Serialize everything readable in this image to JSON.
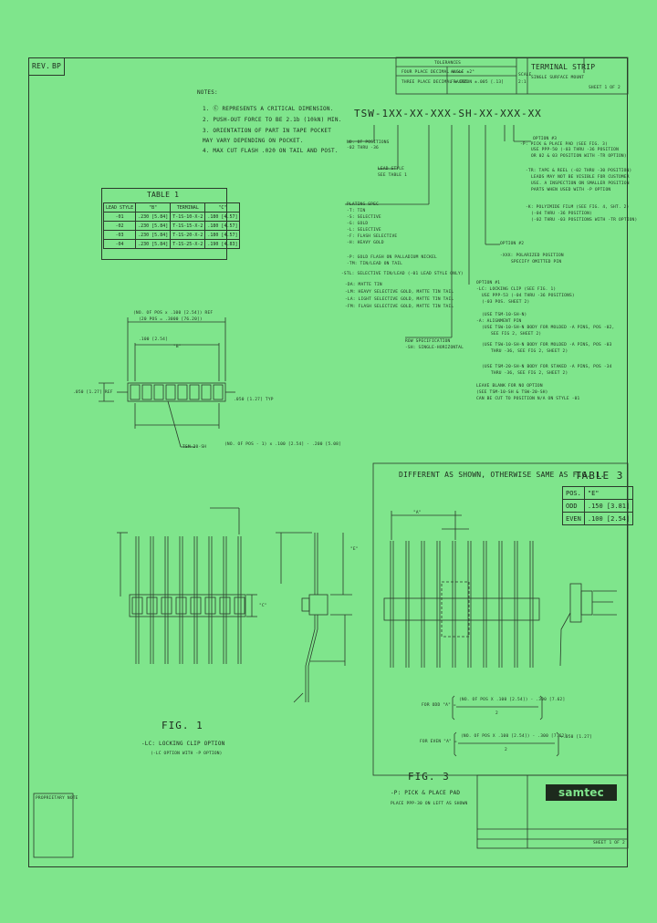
{
  "title_block": {
    "rev_label": "REV.",
    "rev_value": "BP",
    "part_title": "TERMINAL STRIP",
    "part_subtitle": "SINGLE SURFACE MOUNT",
    "sheet": "SHEET 1 OF 2",
    "company": "samtec",
    "bottom_sheet": "SHEET 1 OF 2"
  },
  "notes": {
    "heading": "NOTES:",
    "items": [
      "1. Ⓒ REPRESENTS A CRITICAL DIMENSION.",
      "2. PUSH-OUT FORCE TO BE 2.1b (10kN) MIN.",
      "3. ORIENTATION OF PART IN TAPE POCKET",
      "   MAY VARY DEPENDING ON POCKET.",
      "4. MAX CUT FLASH .020 ON TAIL AND POST."
    ]
  },
  "part_number": "TSW-1XX-XX-XXX-SH-XX-XXX-XX",
  "pn_callouts": [
    "NO. OF POSITIONS",
    "-02 THRU -36",
    "LEAD STYLE",
    "SEE TABLE 1",
    "PLATING SPEC",
    "-T: TIN",
    "-S: SELECTIVE",
    "-G: GOLD",
    "-L: SELECTIVE",
    "-F: FLASH SELECTIVE",
    "-H: HEAVY GOLD",
    "-P: GOLD FLASH ON PALLADIUM NICKEL",
    "-TM: TIN/LEAD ON TAIL",
    "-STL: SELECTIVE TIN/LEAD (-01 LEAD STYLE ONLY)",
    "-DA: MATTE TIN",
    "-LM: HEAVY SELECTIVE GOLD, MATTE TIN TAIL",
    "-LA: LIGHT SELECTIVE GOLD, MATTE TIN TAIL",
    "-FM: FLASH SELECTIVE GOLD, MATTE TIN TAIL",
    "ROW SPECIFICATION",
    "-SH: SINGLE-HORIZONTAL"
  ],
  "options": [
    "OPTION #3",
    "-P: PICK & PLACE PAD (SEE FIG. 3)",
    "USE PPP-50 (-03 THRU -36 POSITION",
    "OR 02 & 03 POSITION WITH -TR OPTION)",
    "-TR: TAPE & REEL (-02 THRU -30 POSITION)",
    "LEADS MAY NOT BE VISIBLE FOR CUSTOMER",
    "USE. A INSPECTION ON SMALLER POSITION",
    "PARTS WHEN USED WITH -P OPTION",
    "-K: POLYIMIDE FILM (SEE FIG. 4, SHT. 2)",
    "(-04 THRU -36 POSITION)",
    "(-02 THRU -03 POSITIONS WITH -TR OPTION)",
    "OPTION #2",
    "-XXX: POLARIZED POSITION",
    "SPECIFY OMITTED PIN",
    "OPTION #1",
    "-LC: LOCKING CLIP (SEE FIG. 1)",
    "USE PPP-53 (-04 THRU -36 POSITIONS)",
    "(-03 POS. SHEET 2)",
    "(USE TSM-10-SH-N)",
    "-A: ALIGNMENT PIN",
    "(USE TSW-10-SH-N BODY FOR MOLDED -A PINS, POS -02,",
    "SEE FIG 2, SHEET 2)",
    "(USE TSW-10-SH-N BODY FOR MOLDED -A PINS, POS -03",
    "THRU -36, SEE FIG 2, SHEET 2)",
    "(USE TSM-20-SH-N BODY FOR STAKED -A PINS, POS -34",
    "THRU -36, SEE FIG 2, SHEET 2)",
    "LEAVE BLANK FOR NO OPTION",
    "(SEE TSM-10-SH & TSW-20-SH)",
    "CAN BE CUT TO POSITION N/A ON STYLE -01"
  ],
  "table1": {
    "title": "TABLE 1",
    "headers": [
      "LEAD STYLE",
      "\"B\"",
      "TERMINAL",
      "\"C\""
    ],
    "rows": [
      [
        "-01",
        ".230 [5.84]",
        "T-1S-10-X-2",
        ".180 [4.57]"
      ],
      [
        "-02",
        ".230 [5.84]",
        "T-1S-15-X-2",
        ".180 [4.57]"
      ],
      [
        "-03",
        ".230 [5.84]",
        "T-1S-20-X-2",
        ".180 [4.57]"
      ],
      [
        "-04",
        ".230 [5.84]",
        "T-1S-25-X-2",
        ".190 [4.83]"
      ]
    ]
  },
  "table3": {
    "title": "TABLE 3",
    "headers": [
      "POS.",
      "\"E\""
    ],
    "rows": [
      [
        "ODD",
        ".150 [3.81]"
      ],
      [
        "EVEN",
        ".100 [2.54]"
      ]
    ]
  },
  "fig1": {
    "title": "FIG. 1",
    "subtitle": "-LC: LOCKING CLIP OPTION",
    "note": "(-LC OPTION WITH -P OPTION)"
  },
  "fig3": {
    "title": "FIG. 3",
    "subtitle": "-P: PICK & PLACE PAD",
    "note": "PLACE PPP-30 ON LEFT AS SHOWN"
  },
  "fig3_header": "DIFFERENT AS SHOWN, OTHERWISE SAME AS FIG. 1.",
  "formulas": {
    "odd_label": "FOR ODD \"A\" =",
    "odd_num": "(NO. OF POS X .100 [2.54]) - .300 [7.62]",
    "odd_den": "2",
    "even_label": "FOR EVEN \"A\" =",
    "even_num": "(NO. OF POS X .100 [2.54]) - .300 [7.62]",
    "even_den": "2",
    "even_tail": "+.050 [1.27]"
  },
  "dims": {
    "top_a": "(NO. OF POS x .100 [2.54]) REF",
    "top_b": "(20 POS = .3000 [76.20])",
    "top_c": ".100 [2.54]",
    "top_d": ".050 [1.27] TYP",
    "side_a": ".050 [1.27] REF",
    "bottom_a": "(NO. OF POS - 1) x .100 [2.54] - .200 [5.08]",
    "c_lbl": "\"C\"",
    "b_lbl": "\"B\"",
    "e_lbl": "\"E\"",
    "a_lbl": "\"A\"",
    "ref_note": "TSM-20-SH"
  },
  "small_notes": {
    "stamp": "PROPRIETARY NOTE"
  }
}
